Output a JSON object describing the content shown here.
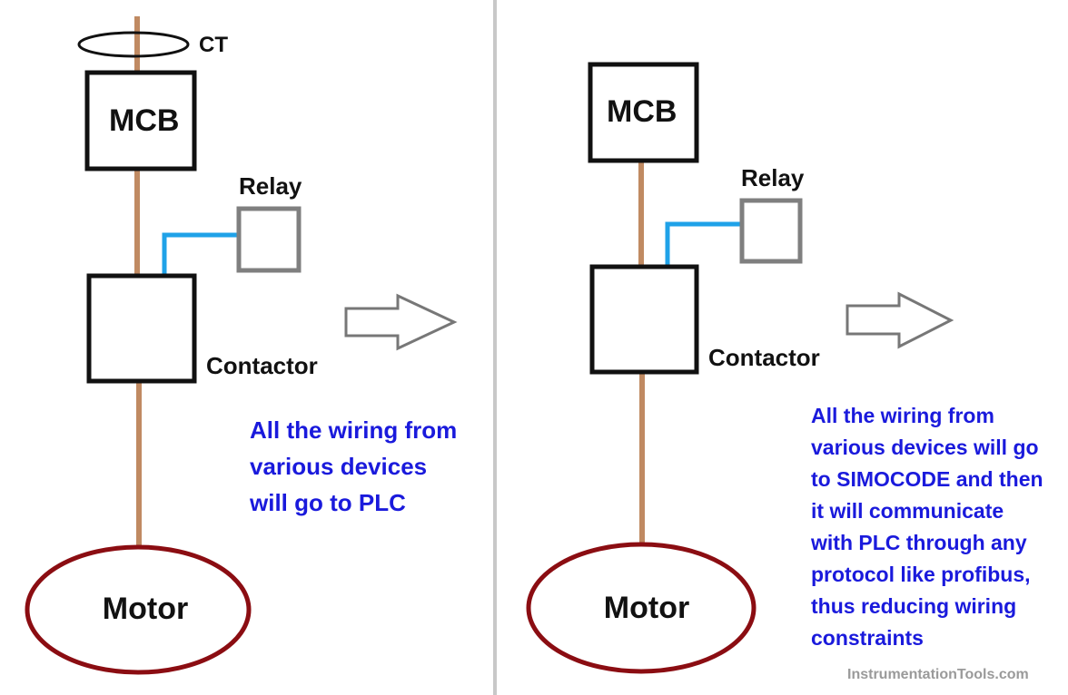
{
  "colors": {
    "wire": "#c08a62",
    "control_wire": "#1fa2e8",
    "motor_outline": "#8b0d12",
    "relay_outline": "#7f7f7f",
    "note_text": "#1a1adc",
    "divider": "#c8c8c8"
  },
  "left_panel": {
    "ct_label": "CT",
    "mcb_label": "MCB",
    "relay_label": "Relay",
    "contactor_label": "Contactor",
    "motor_label": "Motor",
    "note_lines": [
      "All the wiring from",
      "various devices",
      "will go to PLC"
    ]
  },
  "right_panel": {
    "mcb_label": "MCB",
    "relay_label": "Relay",
    "contactor_label": "Contactor",
    "motor_label": "Motor",
    "note_lines": [
      "All the wiring from",
      "various devices will go",
      "to SIMOCODE and then",
      "it will communicate",
      "with PLC through any",
      "protocol like profibus,",
      "thus reducing wiring",
      "constraints"
    ]
  },
  "watermark": "InstrumentationTools.com"
}
